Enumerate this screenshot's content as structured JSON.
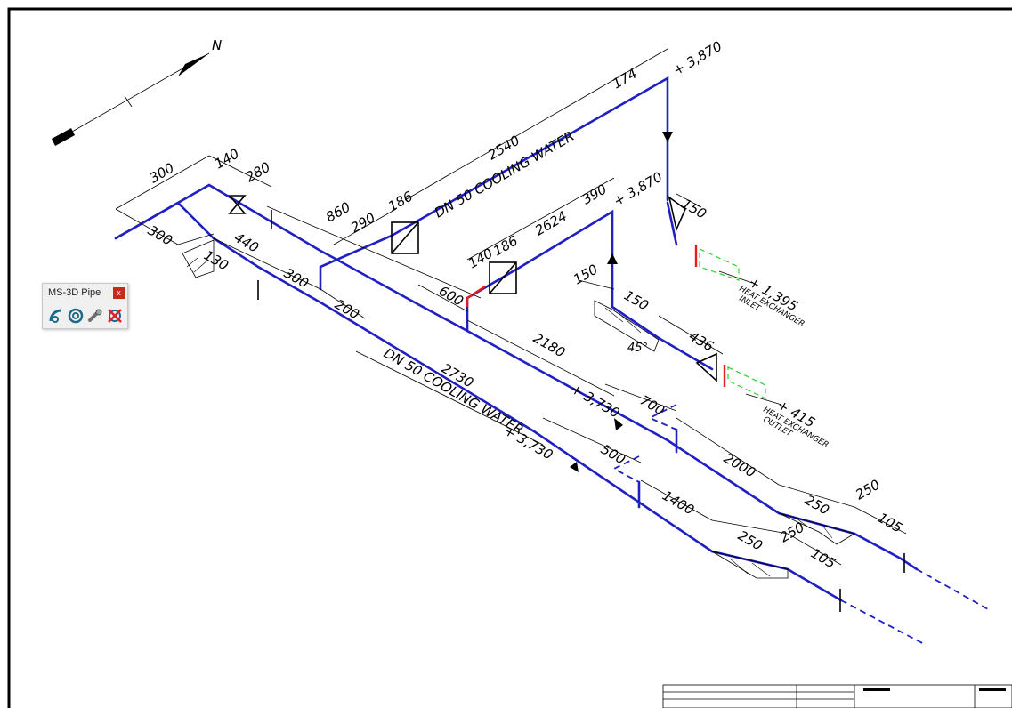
{
  "toolbar": {
    "title": "MS-3D Pipe",
    "close_label": "x",
    "tools": [
      "pipe-route-tool-icon",
      "pipe-fittings-tool-icon",
      "pipe-joint-tool-icon",
      "pipe-delete-tool-icon"
    ]
  },
  "north_label": "N",
  "pipe_labels": {
    "upper": "DN 50  COOLING WATER",
    "lower": "DN 50  COOLING WATER"
  },
  "elevations": {
    "top_right": "+ 3,870",
    "middle": "+ 3,870",
    "hx_inlet": "+ 1,395",
    "hx_outlet": "+ 415",
    "upper_pipe": "+ 3,730",
    "lower_pipe": "+ 3,730"
  },
  "equipment_labels": {
    "inlet": [
      "HEAT EXCHANGER",
      "INLET"
    ],
    "outlet": [
      "HEAT EXCHANGER",
      "OUTLET"
    ]
  },
  "angle_label": "45°",
  "dimensions": {
    "d300_top": "300",
    "d140_top": "140",
    "d280": "280",
    "d300_left": "300",
    "d440": "440",
    "d130": "130",
    "d300_mid": "300",
    "d200": "200",
    "d860": "860",
    "d290": "290",
    "d186_top": "186",
    "d2540": "2540",
    "d174": "174",
    "d150_hx1": "150",
    "d2624": "2624",
    "d390": "390",
    "d140_mid": "140",
    "d186_mid": "186",
    "d600": "600",
    "d150_a": "150",
    "d150_b": "150",
    "d436": "436",
    "d2180": "2180",
    "d2730": "2730",
    "d700": "700",
    "d500": "500",
    "d2000": "2000",
    "d1400": "1400",
    "d250_a": "250",
    "d250_b": "250",
    "d250_c": "250",
    "d250_d": "250",
    "d105_a": "105",
    "d105_b": "105"
  }
}
